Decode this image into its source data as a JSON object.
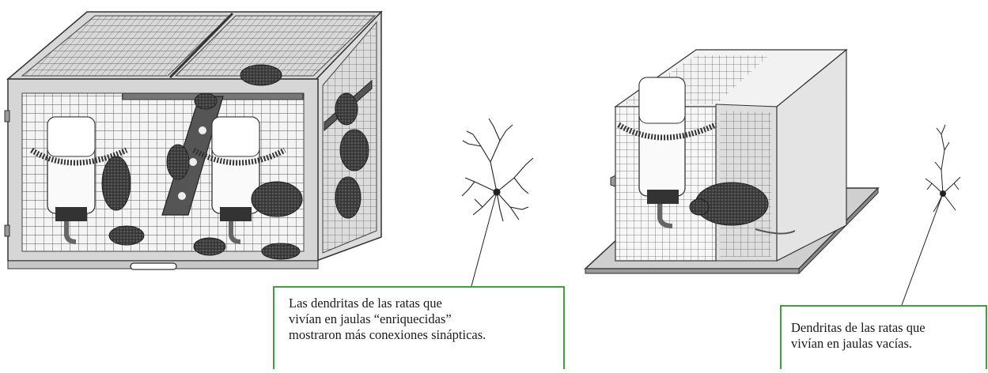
{
  "captions": {
    "enriched": {
      "line1": "Las dendritas de las ratas que",
      "line2": "vivían en jaulas “enriquecidas”",
      "line3": "mostraron más conexiones sinápticas."
    },
    "empty": {
      "line1": "Dendritas de las ratas que",
      "line2": "vivían en jaulas vacías."
    }
  },
  "colors": {
    "caption_border": "#3aa33a",
    "cage_frame": "#cfcfcf",
    "wire": "#444444",
    "rat": "#3d3d3d"
  }
}
